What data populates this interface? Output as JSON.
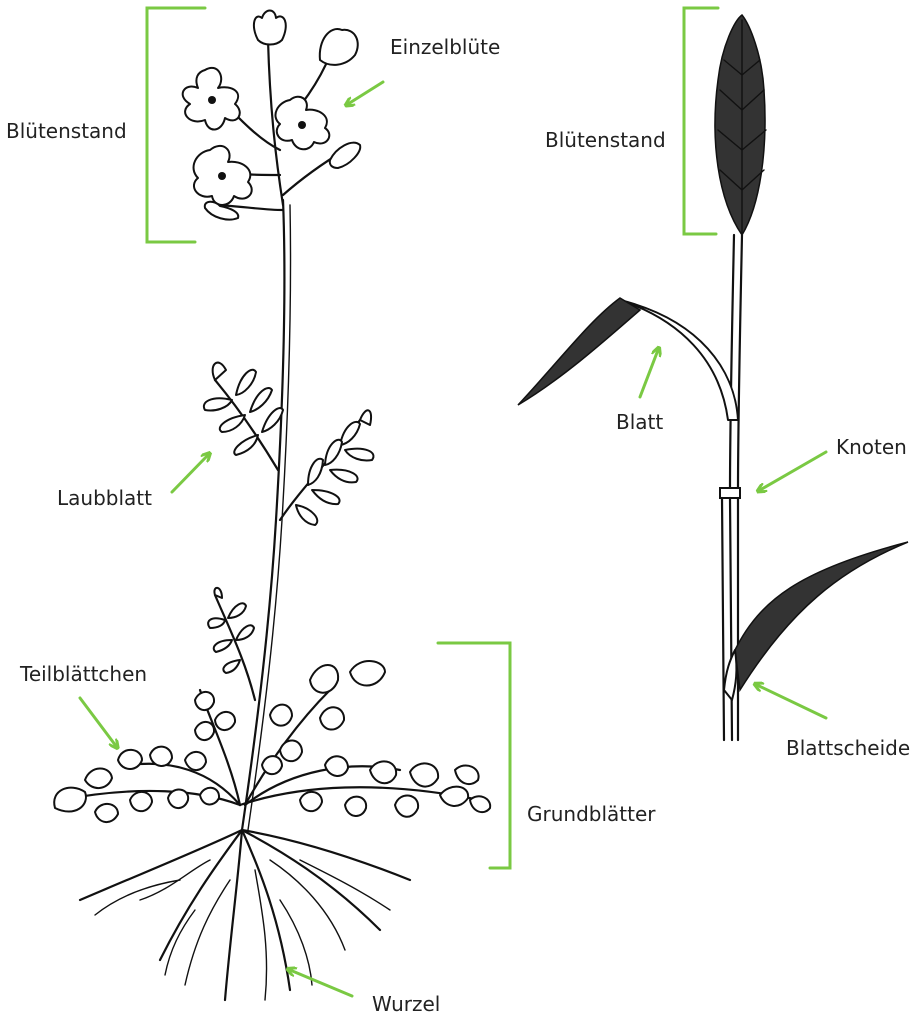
{
  "labels": {
    "einzelbluete": "Einzelblüte",
    "bluetenstand_left": "Blütenstand",
    "bluetenstand_right": "Blütenstand",
    "laubblatt": "Laubblatt",
    "teilblaettchen": "Teilblättchen",
    "grundblaetter": "Grundblätter",
    "wurzel": "Wurzel",
    "blatt": "Blatt",
    "knoten": "Knoten",
    "blattscheide": "Blattscheide"
  },
  "colors": {
    "annotation": "#7ac943",
    "ink": "#111111"
  }
}
